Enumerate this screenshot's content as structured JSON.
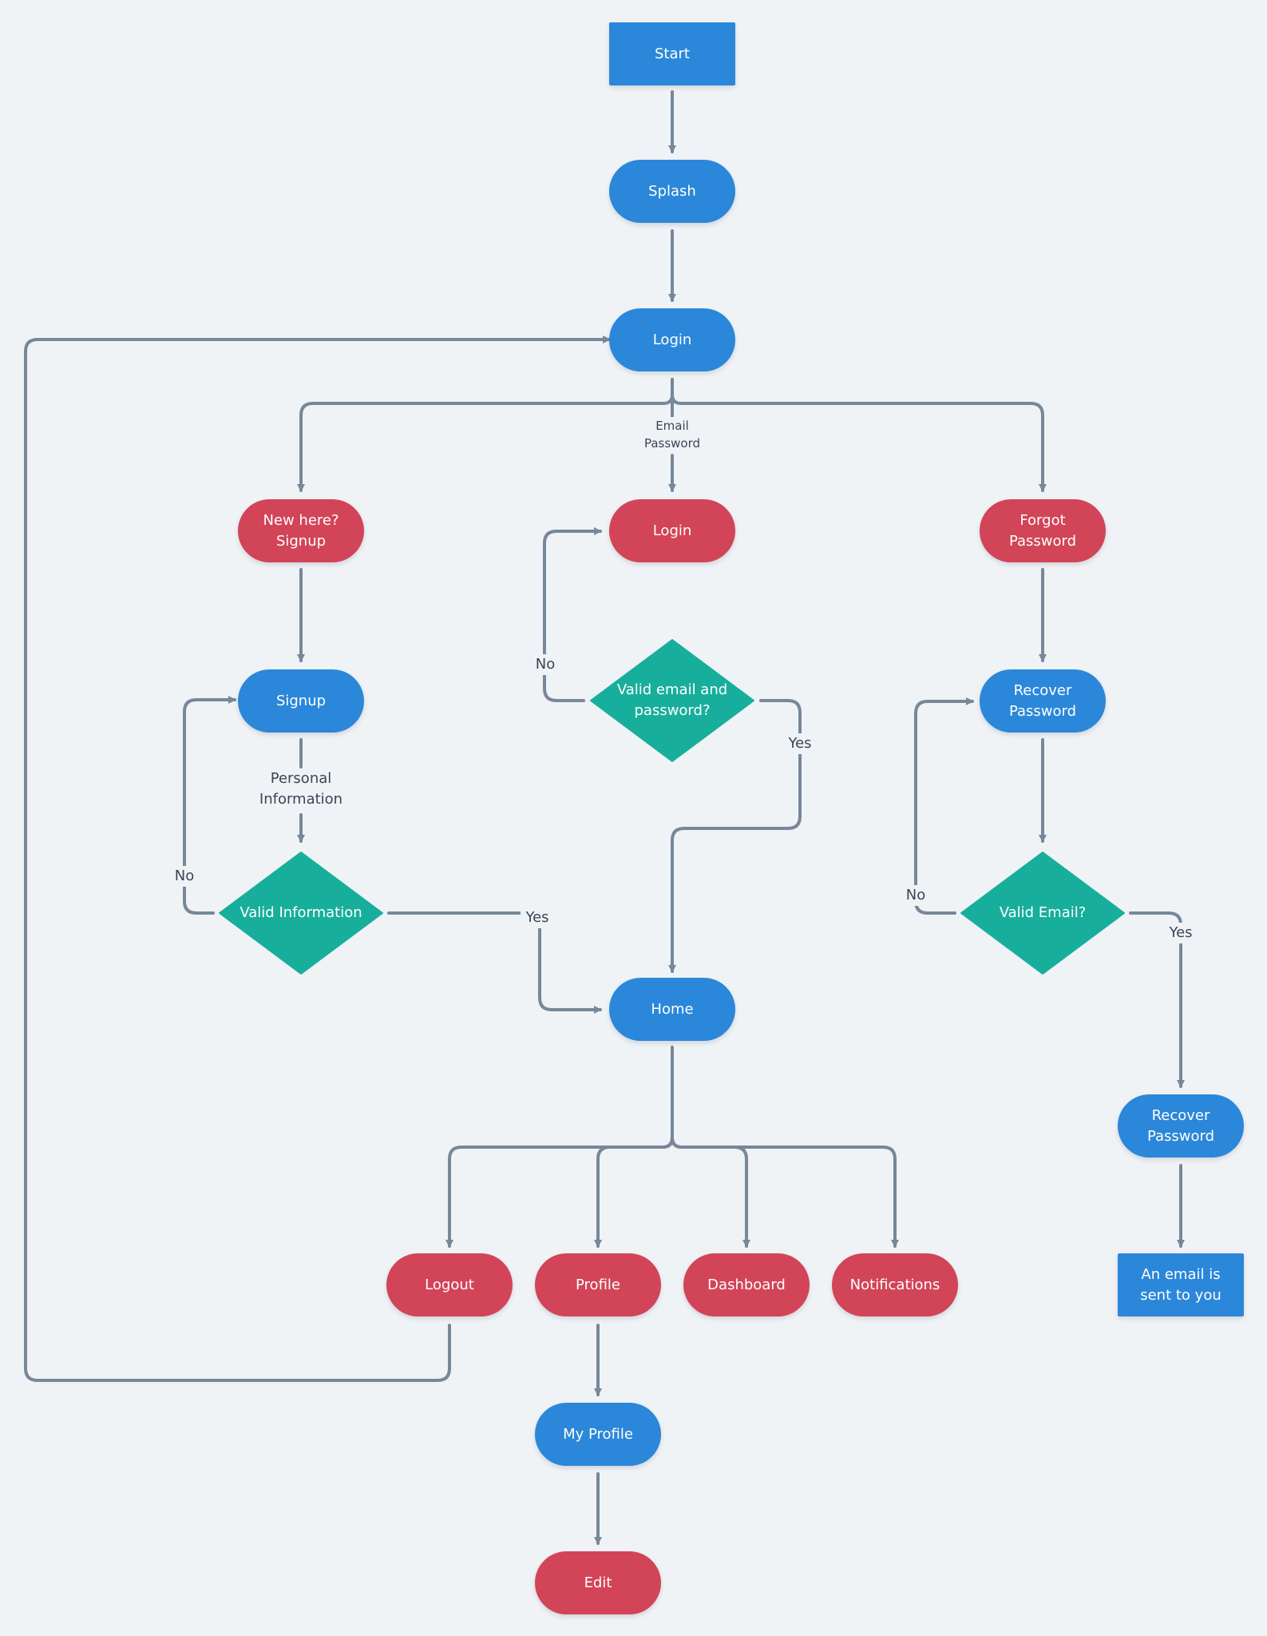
{
  "colors": {
    "blue": "#2b87d9",
    "red": "#d24458",
    "teal": "#18ae9c",
    "connector": "#76889a",
    "background": "#f0f3f6"
  },
  "nodes": {
    "start": "Start",
    "splash": "Splash",
    "login_main": "Login",
    "signup_entry": "New here?\nSignup",
    "login_action": "Login",
    "forgot_password": "Forgot\nPassword",
    "signup": "Signup",
    "valid_email_password": "Valid email and\npassword?",
    "recover_password": "Recover\nPassword",
    "valid_information": "Valid Information",
    "valid_email": "Valid Email?",
    "home": "Home",
    "recover_password_2": "Recover\nPassword",
    "logout": "Logout",
    "profile": "Profile",
    "dashboard": "Dashboard",
    "notifications": "Notifications",
    "email_sent": "An email is\nsent to you",
    "my_profile": "My Profile",
    "edit": "Edit"
  },
  "edge_labels": {
    "email_password": "Email\nPassword",
    "personal_information": "Personal\nInformation",
    "no_login": "No",
    "yes_login": "Yes",
    "no_signup": "No",
    "yes_signup": "Yes",
    "no_recover": "No",
    "yes_recover": "Yes"
  }
}
